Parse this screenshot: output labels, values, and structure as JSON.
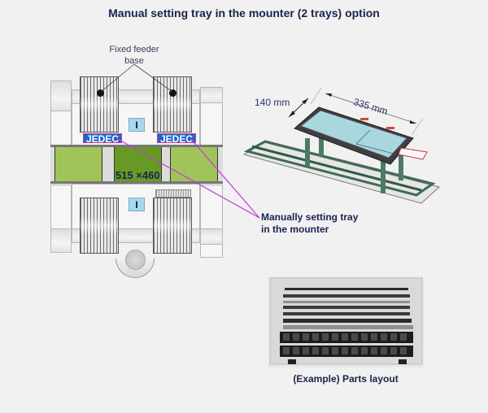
{
  "title": "Manual setting tray in the mounter (2 trays) option",
  "left_diagram": {
    "fixed_feeder_label_line1": "Fixed feeder",
    "fixed_feeder_label_line2": "base",
    "jedec_left": "JEDEC",
    "jedec_right": "JEDEC",
    "indicator_top": "I",
    "indicator_bottom": "I",
    "tray_dimension": "515 ×460"
  },
  "callout": {
    "line1": "Manually setting tray",
    "line2": "in the mounter",
    "line_color": "#c03adf"
  },
  "tray_model": {
    "width_label": "140 mm",
    "length_label": "335 mm"
  },
  "photo": {
    "caption": "(Example) Parts layout"
  },
  "colors": {
    "title": "#1a2350",
    "tray_light": "#a1c45a",
    "tray_dark": "#669a25",
    "jedec_bg": "#1a66c9",
    "indicator": "#a6d8f2"
  }
}
